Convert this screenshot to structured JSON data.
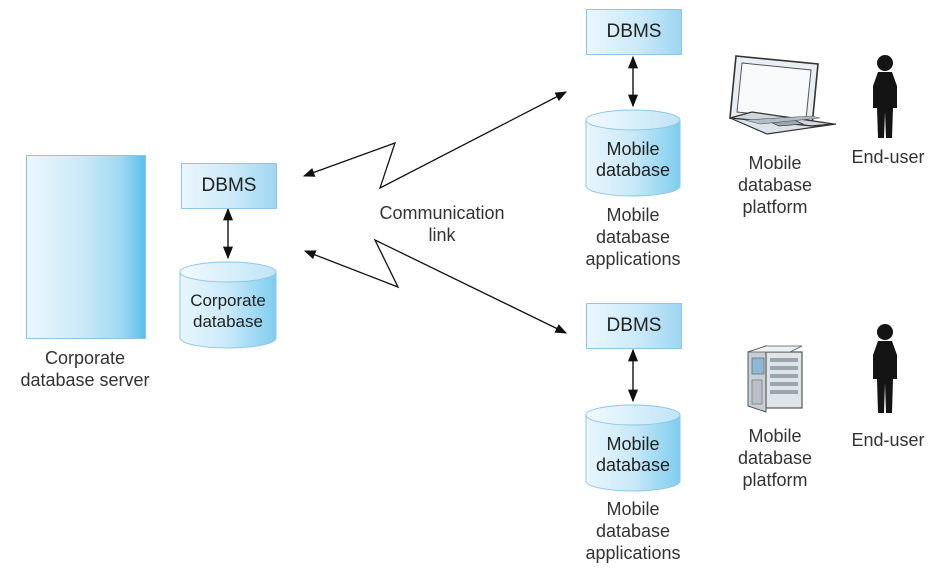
{
  "corporate": {
    "server_label_line1": "Corporate",
    "server_label_line2": "database server",
    "dbms_label": "DBMS",
    "db_label_line1": "Corporate",
    "db_label_line2": "database"
  },
  "link": {
    "label_line1": "Communication",
    "label_line2": "link"
  },
  "mobile_sites": [
    {
      "dbms_label": "DBMS",
      "db_label_line1": "Mobile",
      "db_label_line2": "database",
      "apps_line1": "Mobile",
      "apps_line2": "database",
      "apps_line3": "applications",
      "platform_line1": "Mobile",
      "platform_line2": "database",
      "platform_line3": "platform",
      "platform_icon": "laptop-icon",
      "user_label": "End-user"
    },
    {
      "dbms_label": "DBMS",
      "db_label_line1": "Mobile",
      "db_label_line2": "database",
      "apps_line1": "Mobile",
      "apps_line2": "database",
      "apps_line3": "applications",
      "platform_line1": "Mobile",
      "platform_line2": "database",
      "platform_line3": "platform",
      "platform_icon": "pc-tower-icon",
      "user_label": "End-user"
    }
  ],
  "colors": {
    "box_fill_light": "#eaf6fd",
    "box_fill_dark": "#59c0ea",
    "box_border": "#8fc6e4",
    "line": "#111111"
  }
}
